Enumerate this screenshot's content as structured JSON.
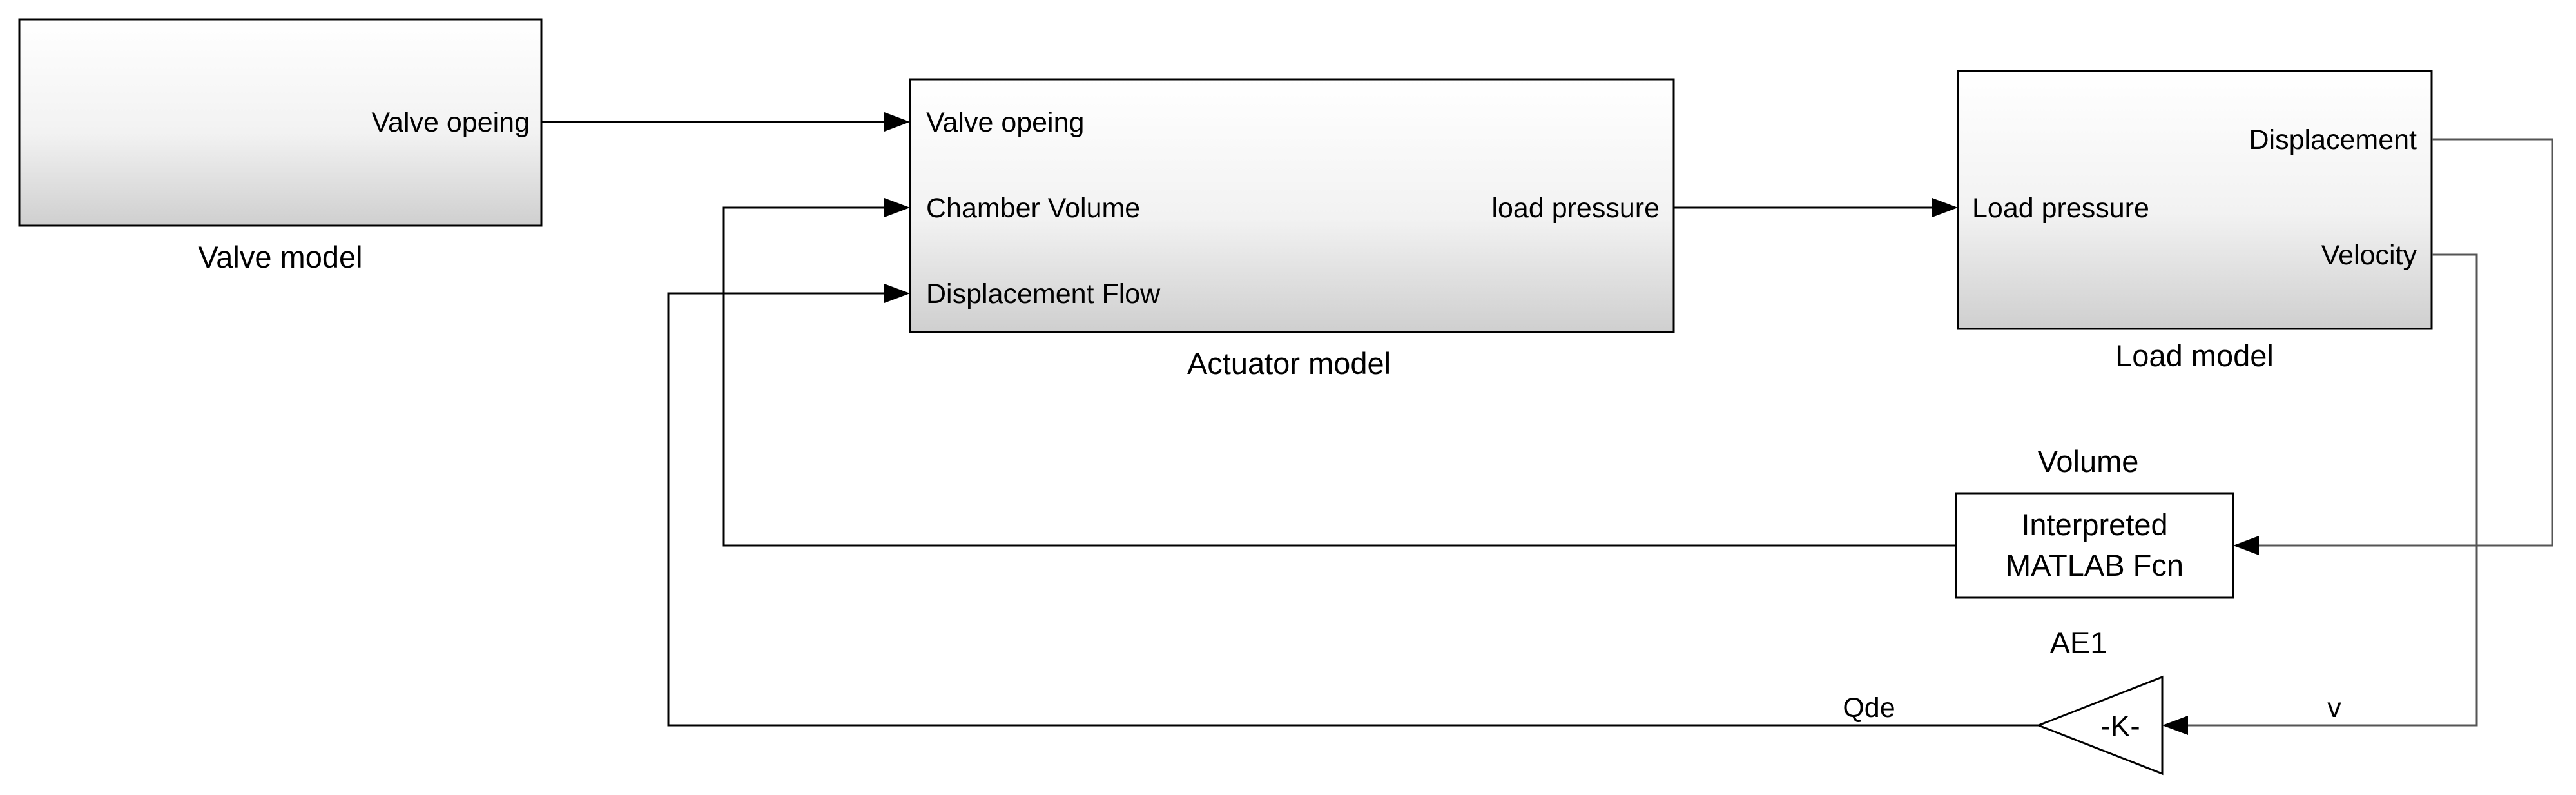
{
  "blocks": {
    "valve": {
      "name": "Valve model",
      "outputs": [
        "Valve opeing"
      ]
    },
    "actuator": {
      "name": "Actuator model",
      "inputs": [
        "Valve opeing",
        "Chamber Volume",
        "Displacement Flow"
      ],
      "outputs": [
        "load pressure"
      ]
    },
    "load": {
      "name": "Load model",
      "inputs": [
        "Load pressure"
      ],
      "outputs": [
        "Displacement",
        "Velocity"
      ]
    },
    "volume_fcn": {
      "name": "Volume",
      "text_line1": "Interpreted",
      "text_line2": "MATLAB Fcn"
    },
    "gain": {
      "name": "AE1",
      "text": "-K-"
    }
  },
  "signals": {
    "qde": "Qde",
    "v": "v"
  },
  "colors": {
    "block_top": "#ffffff",
    "block_bottom": "#d4d4d4",
    "line": "#000000"
  }
}
